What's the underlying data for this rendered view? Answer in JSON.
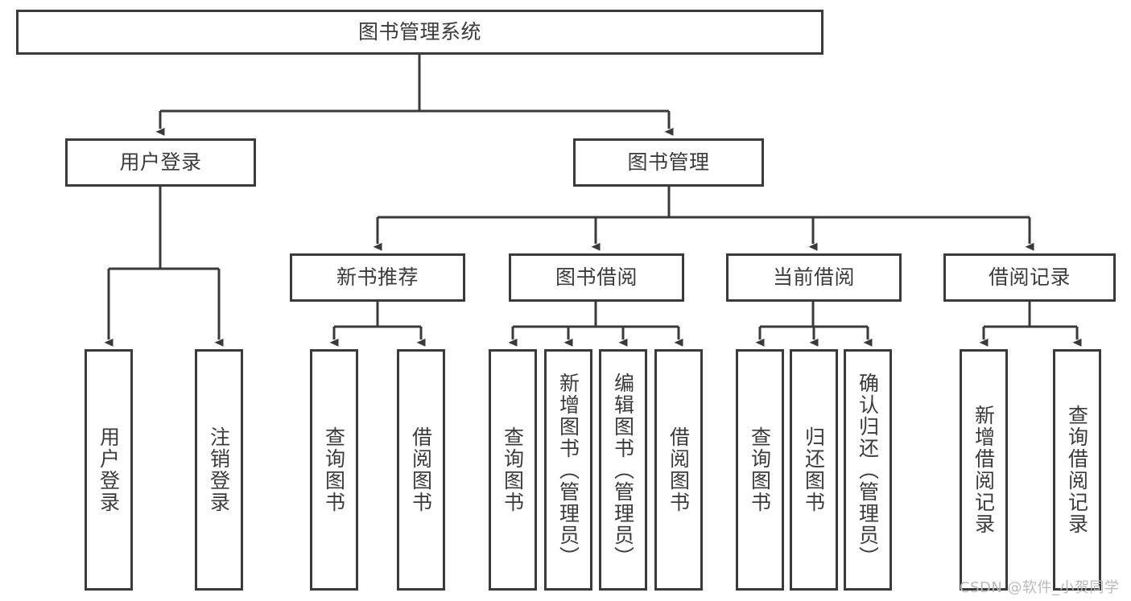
{
  "diagram": {
    "title": "图书管理系统",
    "type": "tree-hierarchy",
    "watermark": "CSDN @软件_小贺同学",
    "colors": {
      "background": "#ffffff",
      "box_border": "#3a3a3a",
      "box_fill": "#ffffff",
      "text": "#3b3b3b",
      "connector": "#3a3a3a",
      "watermark": "#b9b9b9"
    }
  },
  "nodes": {
    "root": {
      "label": "图书管理系统",
      "level": 1
    },
    "level2": [
      {
        "id": "user-login",
        "label": "用户登录"
      },
      {
        "id": "book-management",
        "label": "图书管理"
      }
    ],
    "level3": [
      {
        "id": "new-book-recommend",
        "label": "新书推荐",
        "parent": "book-management"
      },
      {
        "id": "book-borrow",
        "label": "图书借阅",
        "parent": "book-management"
      },
      {
        "id": "current-borrow",
        "label": "当前借阅",
        "parent": "book-management"
      },
      {
        "id": "borrow-record",
        "label": "借阅记录",
        "parent": "book-management"
      }
    ],
    "leaves": {
      "user-login": [
        {
          "id": "leaf-user-login",
          "label": "用户登录"
        },
        {
          "id": "leaf-logout",
          "label": "注销登录"
        }
      ],
      "new-book-recommend": [
        {
          "id": "leaf-query-book-1",
          "label": "查询图书"
        },
        {
          "id": "leaf-borrow-book-1",
          "label": "借阅图书"
        }
      ],
      "book-borrow": [
        {
          "id": "leaf-query-book-2",
          "label": "查询图书"
        },
        {
          "id": "leaf-add-book",
          "label": "新增图书（管理员）"
        },
        {
          "id": "leaf-edit-book",
          "label": "编辑图书（管理员）"
        },
        {
          "id": "leaf-borrow-book-2",
          "label": "借阅图书"
        }
      ],
      "current-borrow": [
        {
          "id": "leaf-query-book-3",
          "label": "查询图书"
        },
        {
          "id": "leaf-return-book",
          "label": "归还图书"
        },
        {
          "id": "leaf-confirm-return",
          "label": "确认归还（管理员）"
        }
      ],
      "borrow-record": [
        {
          "id": "leaf-add-record",
          "label": "新增借阅记录"
        },
        {
          "id": "leaf-query-record",
          "label": "查询借阅记录"
        }
      ]
    }
  }
}
